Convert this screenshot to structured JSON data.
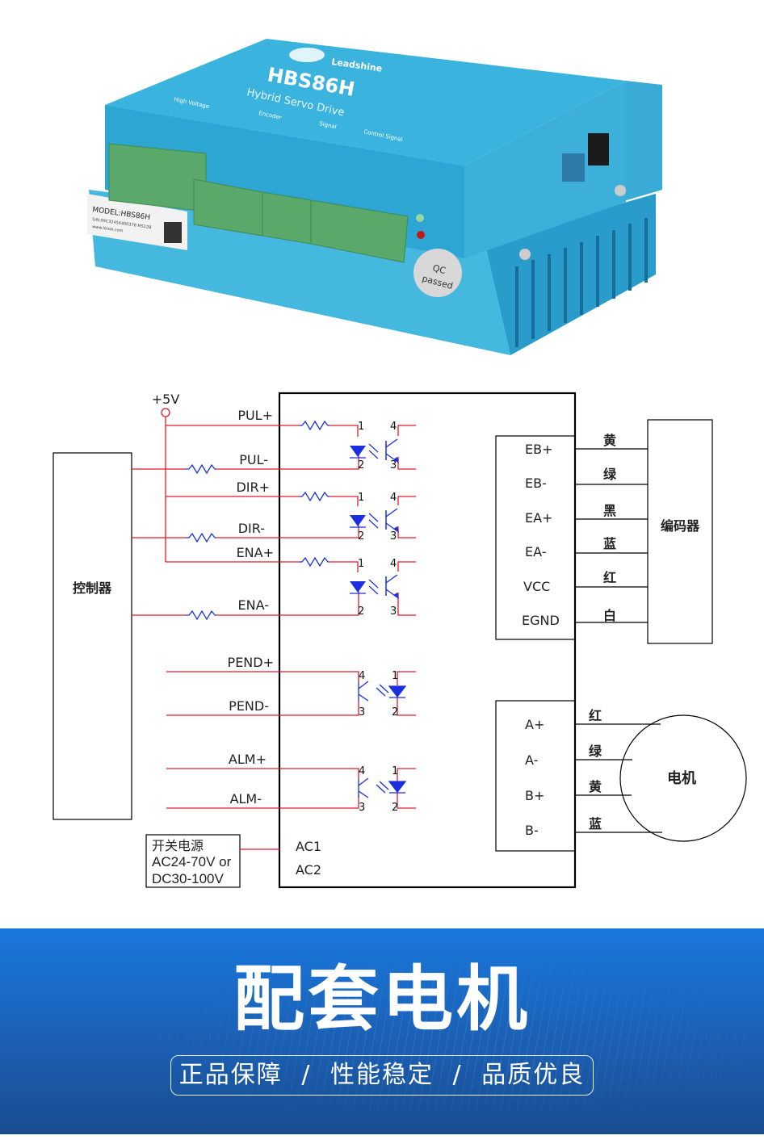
{
  "product": {
    "brand": "Leadshine",
    "model": "HBS86H",
    "subtitle": "Hybrid Servo Drive",
    "label_model": "MODEL:HBS86H",
    "label_sn": "S/N:99C32456400378 MS12B",
    "label_web": "www.leisai.com",
    "section_high_voltage": "High Voltage",
    "section_encoder": "Encoder",
    "section_signal": "Signal",
    "section_control": "Control Signal",
    "qc_line1": "QC",
    "qc_line2": "passed",
    "colors": {
      "body": "#3ab4de",
      "terminal": "#5aa86a"
    }
  },
  "diagram": {
    "controller": "控制器",
    "vplus": "+5V",
    "inputs": [
      "PUL+",
      "PUL-",
      "DIR+",
      "DIR-",
      "ENA+",
      "ENA-"
    ],
    "outputs": [
      "PEND+",
      "PEND-",
      "ALM+",
      "ALM-"
    ],
    "pins": {
      "p1": "1",
      "p2": "2",
      "p3": "3",
      "p4": "4"
    },
    "power": {
      "title": "开关电源",
      "line2": "AC24-70V or",
      "line3": "DC30-100V"
    },
    "ac": [
      "AC1",
      "AC2"
    ],
    "encoder_terminals": [
      "EB+",
      "EB-",
      "EA+",
      "EA-",
      "VCC",
      "EGND"
    ],
    "encoder_wires": [
      "黄",
      "绿",
      "黑",
      "蓝",
      "红",
      "白"
    ],
    "encoder": "编码器",
    "motor_terminals": [
      "A+",
      "A-",
      "B+",
      "B-"
    ],
    "motor_wires": [
      "红",
      "绿",
      "黄",
      "蓝"
    ],
    "motor": "电机",
    "colors": {
      "wire": "#e0192a",
      "component": "#1a2fe0"
    }
  },
  "banner": {
    "title": "配套电机",
    "features": [
      "正品保障",
      "/",
      "性能稳定",
      "/",
      "品质优良"
    ]
  }
}
